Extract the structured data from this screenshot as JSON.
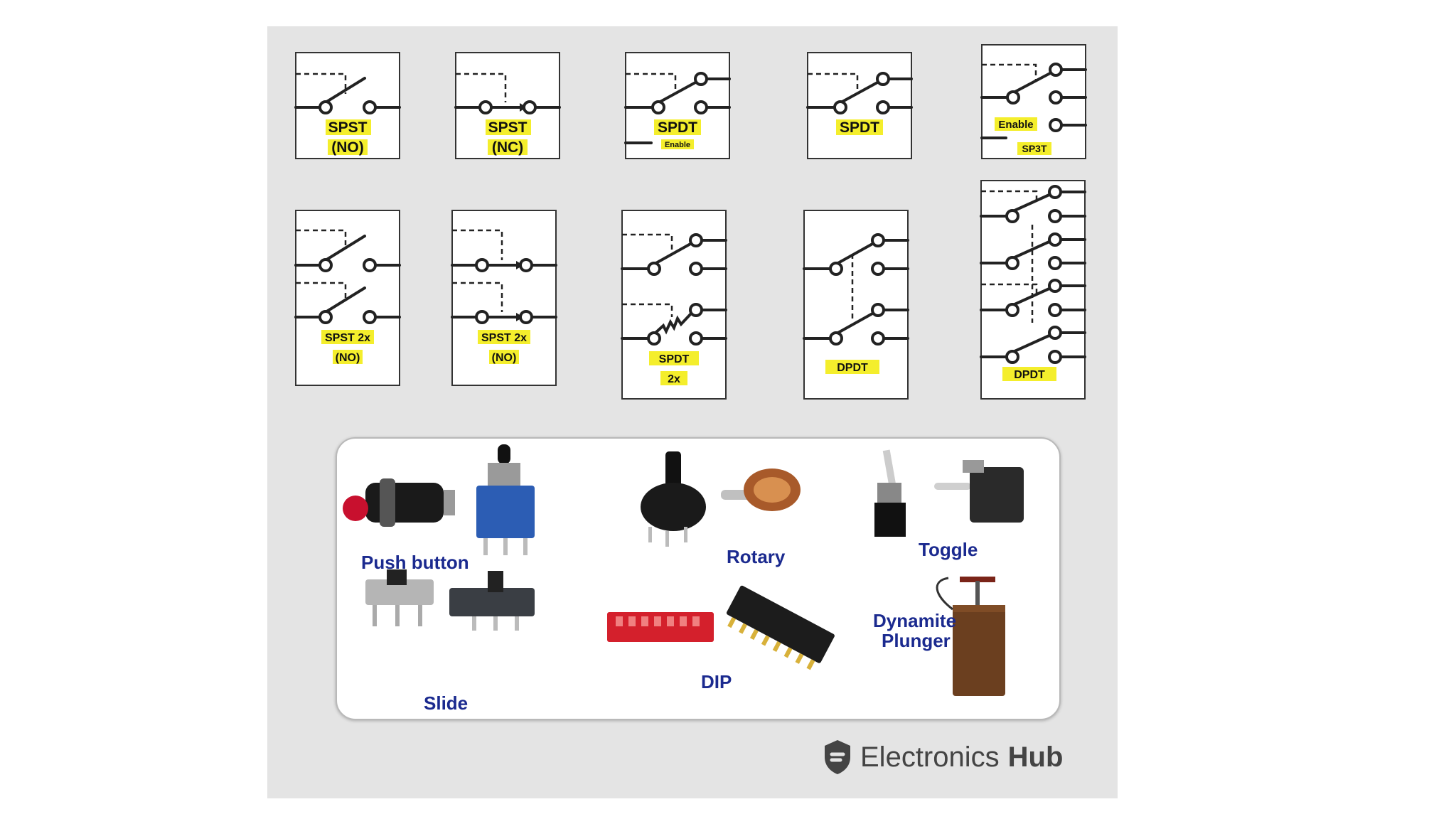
{
  "symbols": [
    {
      "id": "spst-no",
      "lines": [
        "SPST",
        "(NO)"
      ]
    },
    {
      "id": "spst-nc",
      "lines": [
        "SPST",
        "(NC)"
      ]
    },
    {
      "id": "spdt-enable",
      "lines": [
        "SPDT",
        "Enable"
      ]
    },
    {
      "id": "spdt",
      "lines": [
        "SPDT"
      ]
    },
    {
      "id": "sp3t",
      "lines": [
        "Enable",
        "SP3T"
      ]
    },
    {
      "id": "spst2x-a",
      "lines": [
        "SPST 2x",
        "(NO)"
      ]
    },
    {
      "id": "spst2x-b",
      "lines": [
        "SPST 2x",
        "(NO)"
      ]
    },
    {
      "id": "spdt2x",
      "lines": [
        "SPDT",
        "2x"
      ]
    },
    {
      "id": "dpdt-a",
      "lines": [
        "DPDT"
      ]
    },
    {
      "id": "dpdt-b",
      "lines": [
        "DPDT"
      ]
    }
  ],
  "switch_types": {
    "push_button": "Push button",
    "rotary": "Rotary",
    "toggle": "Toggle",
    "slide": "Slide",
    "dip": "DIP",
    "dynamite_line1": "Dynamite",
    "dynamite_line2": "Plunger"
  },
  "brand": {
    "name_regular": "Electronics",
    "name_bold": "Hub"
  },
  "colors": {
    "highlight": "#f4ee2c",
    "panel": "#e4e4e4",
    "label_blue": "#1b2a8f"
  }
}
